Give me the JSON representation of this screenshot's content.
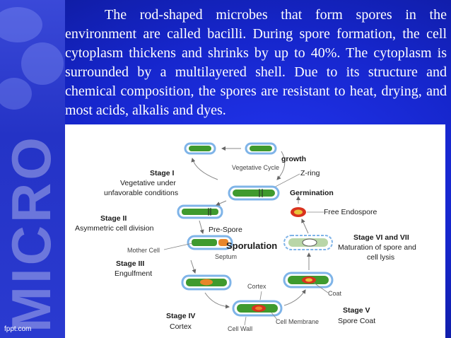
{
  "paragraph": "The rod-shaped microbes that form spores in the environment are called bacilli. During spore formation, the cell cytoplasm thickens and shrinks by up to 40%. The cytoplasm is surrounded by a multilayered shell. Due to its structure and chemical composition, the spores are resistant to heat, drying, and most acids, alkalis and dyes.",
  "side_watermark": "MICRO",
  "footer_brand": "fppt.com",
  "diagram": {
    "growth": "growth",
    "vegetative_cycle": "Vegetative Cycle",
    "z_ring": "Z-ring",
    "germination": "Germination",
    "free_endospore": "Free Endospore",
    "sporulation": "Sporulation",
    "stage1_title": "Stage I",
    "stage1_line1": "Vegetative under",
    "stage1_line2": "unfavorable conditions",
    "stage2_title": "Stage II",
    "stage2_desc": "Asymmetric cell division",
    "pre_spore": "Pre-Spore",
    "mother_cell": "Mother Cell",
    "septum": "Septum",
    "stage3_title": "Stage III",
    "stage3_desc": "Engulfment",
    "stage4_title": "Stage IV",
    "stage4_desc": "Cortex",
    "cortex": "Cortex",
    "cell_wall": "Cell Wall",
    "cell_membrane": "Cell Membrane",
    "coat": "Coat",
    "stage5_title": "Stage V",
    "stage5_desc": "Spore Coat",
    "stage67_title": "Stage VI and VII",
    "stage67_line1": "Maturation of spore and",
    "stage67_line2": "cell lysis"
  },
  "colors": {
    "background": "#1a2ad6",
    "cell_green": "#3f9a2e",
    "cell_outline": "#7fb4e8",
    "spore_orange": "#e8862a",
    "spore_red": "#d9321e"
  }
}
